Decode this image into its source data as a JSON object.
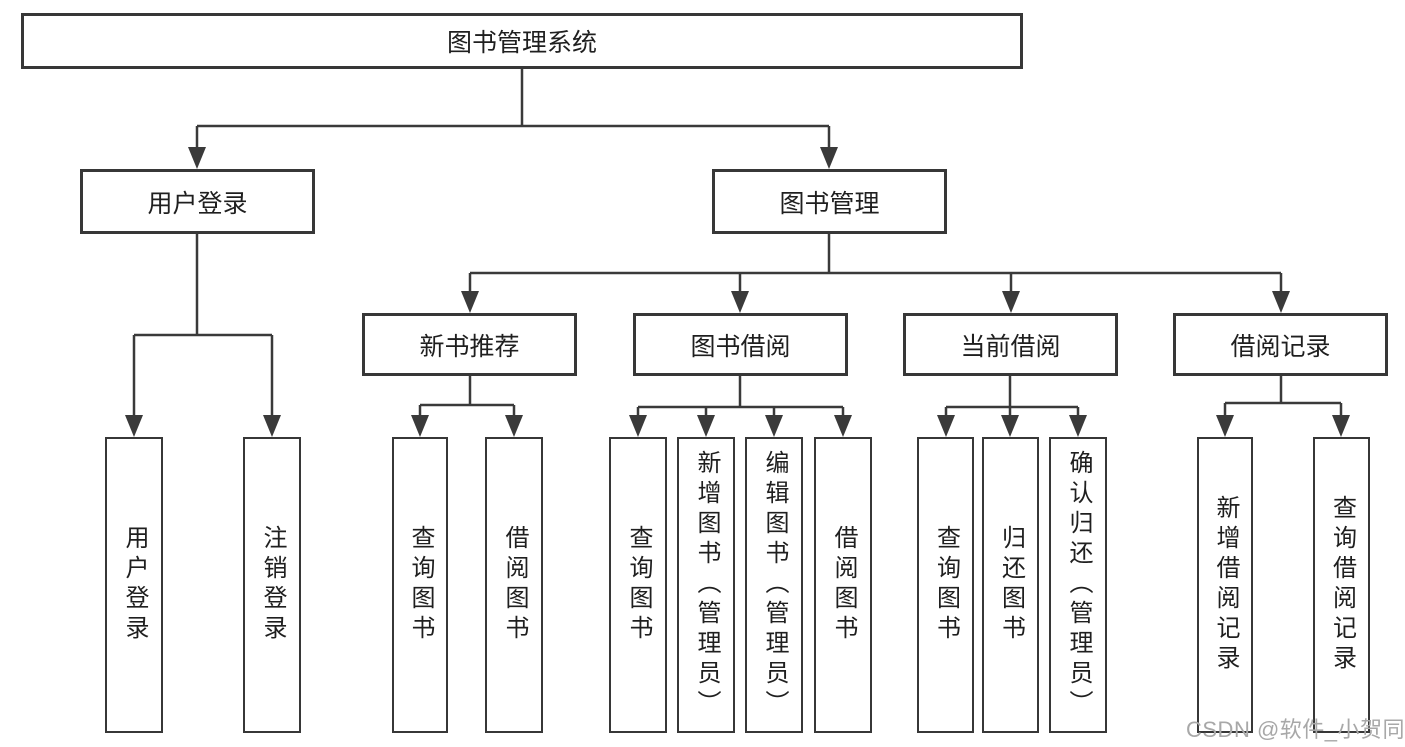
{
  "diagram": {
    "root": {
      "label": "图书管理系统",
      "children": [
        {
          "label": "用户登录",
          "children": [
            {
              "label": "用户登录"
            },
            {
              "label": "注销登录"
            }
          ]
        },
        {
          "label": "图书管理",
          "children": [
            {
              "label": "新书推荐",
              "children": [
                {
                  "label": "查询图书"
                },
                {
                  "label": "借阅图书"
                }
              ]
            },
            {
              "label": "图书借阅",
              "children": [
                {
                  "label": "查询图书"
                },
                {
                  "label": "新增图书（管理员）"
                },
                {
                  "label": "编辑图书（管理员）"
                },
                {
                  "label": "借阅图书"
                }
              ]
            },
            {
              "label": "当前借阅",
              "children": [
                {
                  "label": "查询图书"
                },
                {
                  "label": "归还图书"
                },
                {
                  "label": "确认归还（管理员）"
                }
              ]
            },
            {
              "label": "借阅记录",
              "children": [
                {
                  "label": "新增借阅记录"
                },
                {
                  "label": "查询借阅记录"
                }
              ]
            }
          ]
        }
      ]
    }
  },
  "watermark": {
    "text": "CSDN @软件_小贺同学"
  },
  "colors": {
    "line": "#3a3a3a",
    "box_border": "#373737",
    "text": "#1f1f1f",
    "watermark": "#a8a8a8",
    "background": "#ffffff"
  }
}
